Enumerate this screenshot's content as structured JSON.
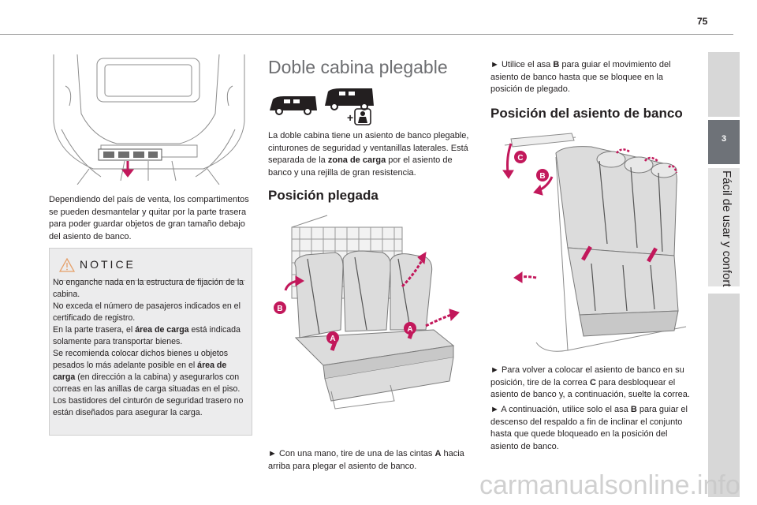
{
  "page_number": "75",
  "side_tab": {
    "number": "3",
    "title": "Fácil de usar y confort"
  },
  "left_column": {
    "paragraph": "Dependiendo del país de venta, los compartimentos se pueden desmantelar y quitar por la parte trasera para poder guardar objetos de gran tamaño debajo del asiento de banco.",
    "notice": {
      "title": "NOTICE",
      "lines": [
        {
          "pre": "No enganche nada en la estructura de fijación de la cabina.",
          "bold": "",
          "post": ""
        },
        {
          "pre": "No exceda el número de pasajeros indicados en el certificado de registro.",
          "bold": "",
          "post": ""
        },
        {
          "pre": "En la parte trasera, el ",
          "bold": "área de carga",
          "post": " está indicada solamente para transportar bienes."
        },
        {
          "pre": "Se recomienda colocar dichos bienes u objetos pesados lo más adelante posible en el ",
          "bold": "área de carga",
          "post": " (en dirección a la cabina) y asegurarlos con correas en las anillas de carga situadas en el piso."
        },
        {
          "pre": "Los bastidores del cinturón de seguridad trasero no están diseñados para asegurar la carga.",
          "bold": "",
          "post": ""
        }
      ]
    }
  },
  "middle_column": {
    "heading": "Doble cabina plegable",
    "intro": {
      "pre": "La doble cabina tiene un asiento de banco plegable, cinturones de seguridad y ventanillas laterales. Está separada de la ",
      "bold": "zona de carga",
      "post": " por el asiento de banco y una rejilla de gran resistencia."
    },
    "subheading": "Posición plegada",
    "step": {
      "pre": "► Con una mano, tire de una de las cintas ",
      "bold": "A",
      "post": " hacia arriba para plegar el asiento de banco."
    },
    "labels": {
      "a": "A",
      "b": "B"
    },
    "plus": "+"
  },
  "right_column": {
    "step_top": {
      "pre": "► Utilice el asa ",
      "bold": "B",
      "post": " para guiar el movimiento del asiento de banco hasta que se bloquee en la posición de plegado."
    },
    "subheading": "Posición del asiento de banco",
    "step_1": {
      "pre": "► Para volver a colocar el asiento de banco en su posición, tire de la correa ",
      "bold": "C",
      "post": " para desbloquear el asiento de banco y, a continuación, suelte la correa."
    },
    "step_2": {
      "pre": "► A continuación, utilice solo el asa ",
      "bold": "B",
      "post": " para guiar el descenso del respaldo a fin de inclinar el conjunto hasta que quede bloqueado en la posición del asiento de banco."
    },
    "labels": {
      "b": "B",
      "c": "C"
    }
  },
  "watermark": "carmanualsonline.info",
  "colors": {
    "accent_arrow": "#c2185b",
    "tab_active": "#6e7278",
    "tab_inactive": "#d7d7d7",
    "notice_bg": "#ececed",
    "heading_grey": "#6d6e71"
  },
  "icons": [
    "warning-triangle-icon",
    "van-icon",
    "child-seat-icon"
  ]
}
